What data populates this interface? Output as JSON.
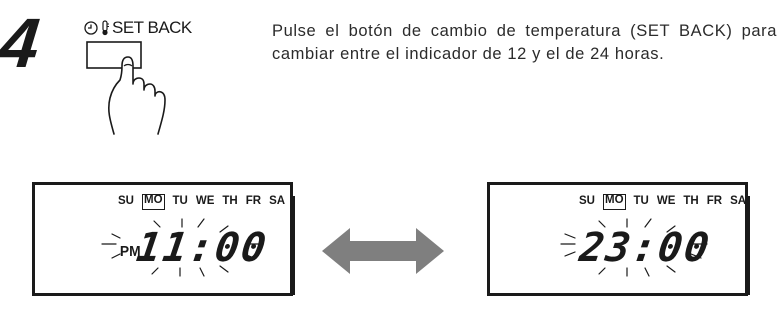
{
  "step": {
    "number": "4"
  },
  "button": {
    "label": "SET BACK",
    "icons": [
      "clock-icon",
      "thermometer-icon"
    ]
  },
  "instruction": {
    "text": "Pulse el botón de cambio de temperatura (SET BACK) para cambiar entre el indicador de 12 y el de 24 horas."
  },
  "displays": {
    "left": {
      "days": [
        "SU",
        "MO",
        "TU",
        "WE",
        "TH",
        "FR",
        "SA"
      ],
      "selected_day": "MO",
      "ampm": "PM",
      "time": "11:00"
    },
    "right": {
      "days": [
        "SU",
        "MO",
        "TU",
        "WE",
        "TH",
        "FR",
        "SA"
      ],
      "selected_day": "MO",
      "time": "23:00"
    }
  },
  "colors": {
    "text": "#2b2b2b",
    "arrow": "#7f7f7f",
    "lines": "#1a1a1a"
  }
}
